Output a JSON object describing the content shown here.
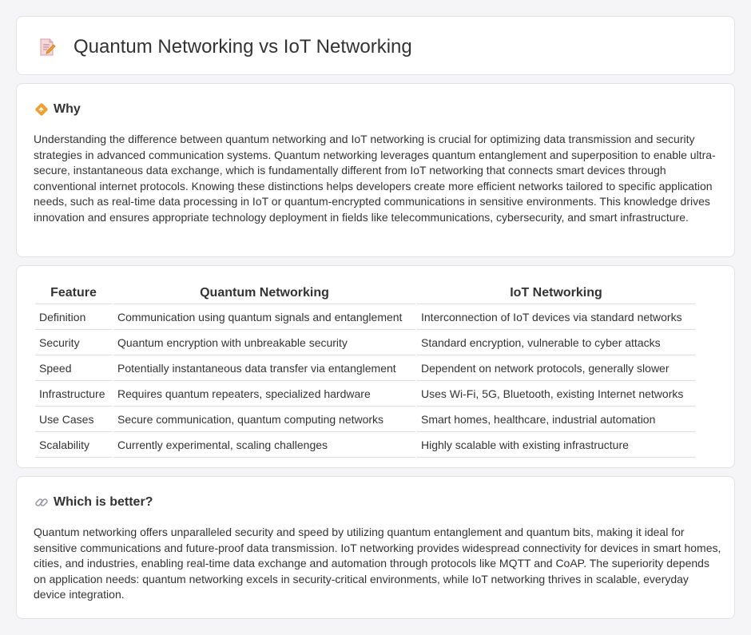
{
  "header": {
    "title": "Quantum Networking vs IoT Networking",
    "icon": "document-pencil-icon"
  },
  "why": {
    "heading": "Why",
    "icon": "diamond-sign-icon",
    "text": "Understanding the difference between quantum networking and IoT networking is crucial for optimizing data transmission and security strategies in advanced communication systems. Quantum networking leverages quantum entanglement and superposition to enable ultra-secure, instantaneous data exchange, which is fundamentally different from IoT networking that connects smart devices through conventional internet protocols. Knowing these distinctions helps developers create more efficient networks tailored to specific application needs, such as real-time data processing in IoT or quantum-encrypted communications in sensitive environments. This knowledge drives innovation and ensures appropriate technology deployment in fields like telecommunications, cybersecurity, and smart infrastructure."
  },
  "table": {
    "headers": [
      "Feature",
      "Quantum Networking",
      "IoT Networking"
    ],
    "rows": [
      [
        "Definition",
        "Communication using quantum signals and entanglement",
        "Interconnection of IoT devices via standard networks"
      ],
      [
        "Security",
        "Quantum encryption with unbreakable security",
        "Standard encryption, vulnerable to cyber attacks"
      ],
      [
        "Speed",
        "Potentially instantaneous data transfer via entanglement",
        "Dependent on network protocols, generally slower"
      ],
      [
        "Infrastructure",
        "Requires quantum repeaters, specialized hardware",
        "Uses Wi-Fi, 5G, Bluetooth, existing Internet networks"
      ],
      [
        "Use Cases",
        "Secure communication, quantum computing networks",
        "Smart homes, healthcare, industrial automation"
      ],
      [
        "Scalability",
        "Currently experimental, scaling challenges",
        "Highly scalable with existing infrastructure"
      ]
    ]
  },
  "better": {
    "heading": "Which is better?",
    "icon": "link-icon",
    "text": "Quantum networking offers unparalleled security and speed by utilizing quantum entanglement and quantum bits, making it ideal for sensitive communications and future-proof data transmission. IoT networking provides widespread connectivity for devices in smart homes, cities, and industries, enabling real-time data exchange and automation through protocols like MQTT and CoAP. The superiority depends on application needs: quantum networking excels in security-critical environments, while IoT networking thrives in scalable, everyday device integration."
  },
  "colors": {
    "background": "#f5f5f7",
    "card": "#ffffff",
    "border": "#e2e2e6",
    "text": "#333333",
    "icon_orange": "#f0a030",
    "icon_pink": "#e88a8a"
  }
}
